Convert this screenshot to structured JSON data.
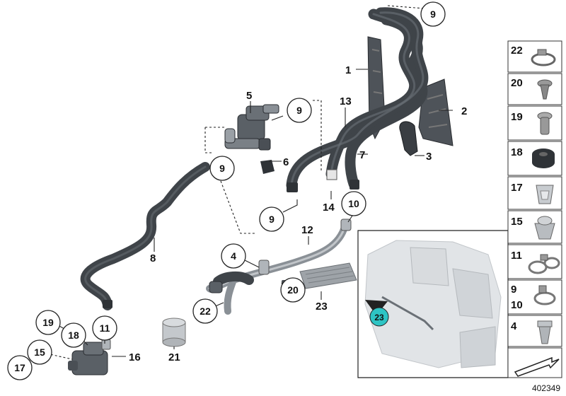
{
  "diagram": {
    "document_number": "402349",
    "part_labels": [
      "1",
      "2",
      "3",
      "4",
      "5",
      "6",
      "7",
      "8",
      "9",
      "10",
      "11",
      "12",
      "13",
      "14",
      "15",
      "16",
      "17",
      "18",
      "19",
      "20",
      "21",
      "22",
      "23"
    ],
    "callouts": {
      "c9_top": "9",
      "c9_valve_right": "9",
      "c9_valve_left": "9",
      "c9_bottom": "9",
      "c10": "10",
      "c4": "4",
      "c20": "20",
      "c22": "22",
      "c11": "11",
      "c19": "19",
      "c18": "18",
      "c15": "15",
      "c17": "17",
      "c23": "23"
    },
    "plain_labels": {
      "l1": "1",
      "l2": "2",
      "l3": "3",
      "l5": "5",
      "l6": "6",
      "l7": "7",
      "l8": "8",
      "l12": "12",
      "l13": "13",
      "l14": "14",
      "l16": "16",
      "l21": "21",
      "l23": "23"
    }
  },
  "side_panel": {
    "items": [
      {
        "number": "22",
        "icon": "hose-clamp-icon"
      },
      {
        "number": "20",
        "icon": "push-rivet-icon"
      },
      {
        "number": "19",
        "icon": "expanding-rivet-icon"
      },
      {
        "number": "18",
        "icon": "grommet-icon"
      },
      {
        "number": "17",
        "icon": "spring-nut-icon"
      },
      {
        "number": "15",
        "icon": "clip-nut-icon"
      },
      {
        "number": "11",
        "icon": "double-clamp-icon"
      },
      {
        "number": "9",
        "number2": "10",
        "icon": "spring-clamp-icon"
      },
      {
        "number": "4",
        "icon": "expanding-nut-icon"
      },
      {
        "number": "",
        "icon": "arrow-icon"
      }
    ]
  },
  "colors": {
    "hose": "#3f4449",
    "hose_highlight": "#6b7178",
    "part_dark": "#4a4f55",
    "part_mid": "#8a9096",
    "ghost": "#d6d9dc",
    "callout_teal": "#2ec4c4"
  }
}
